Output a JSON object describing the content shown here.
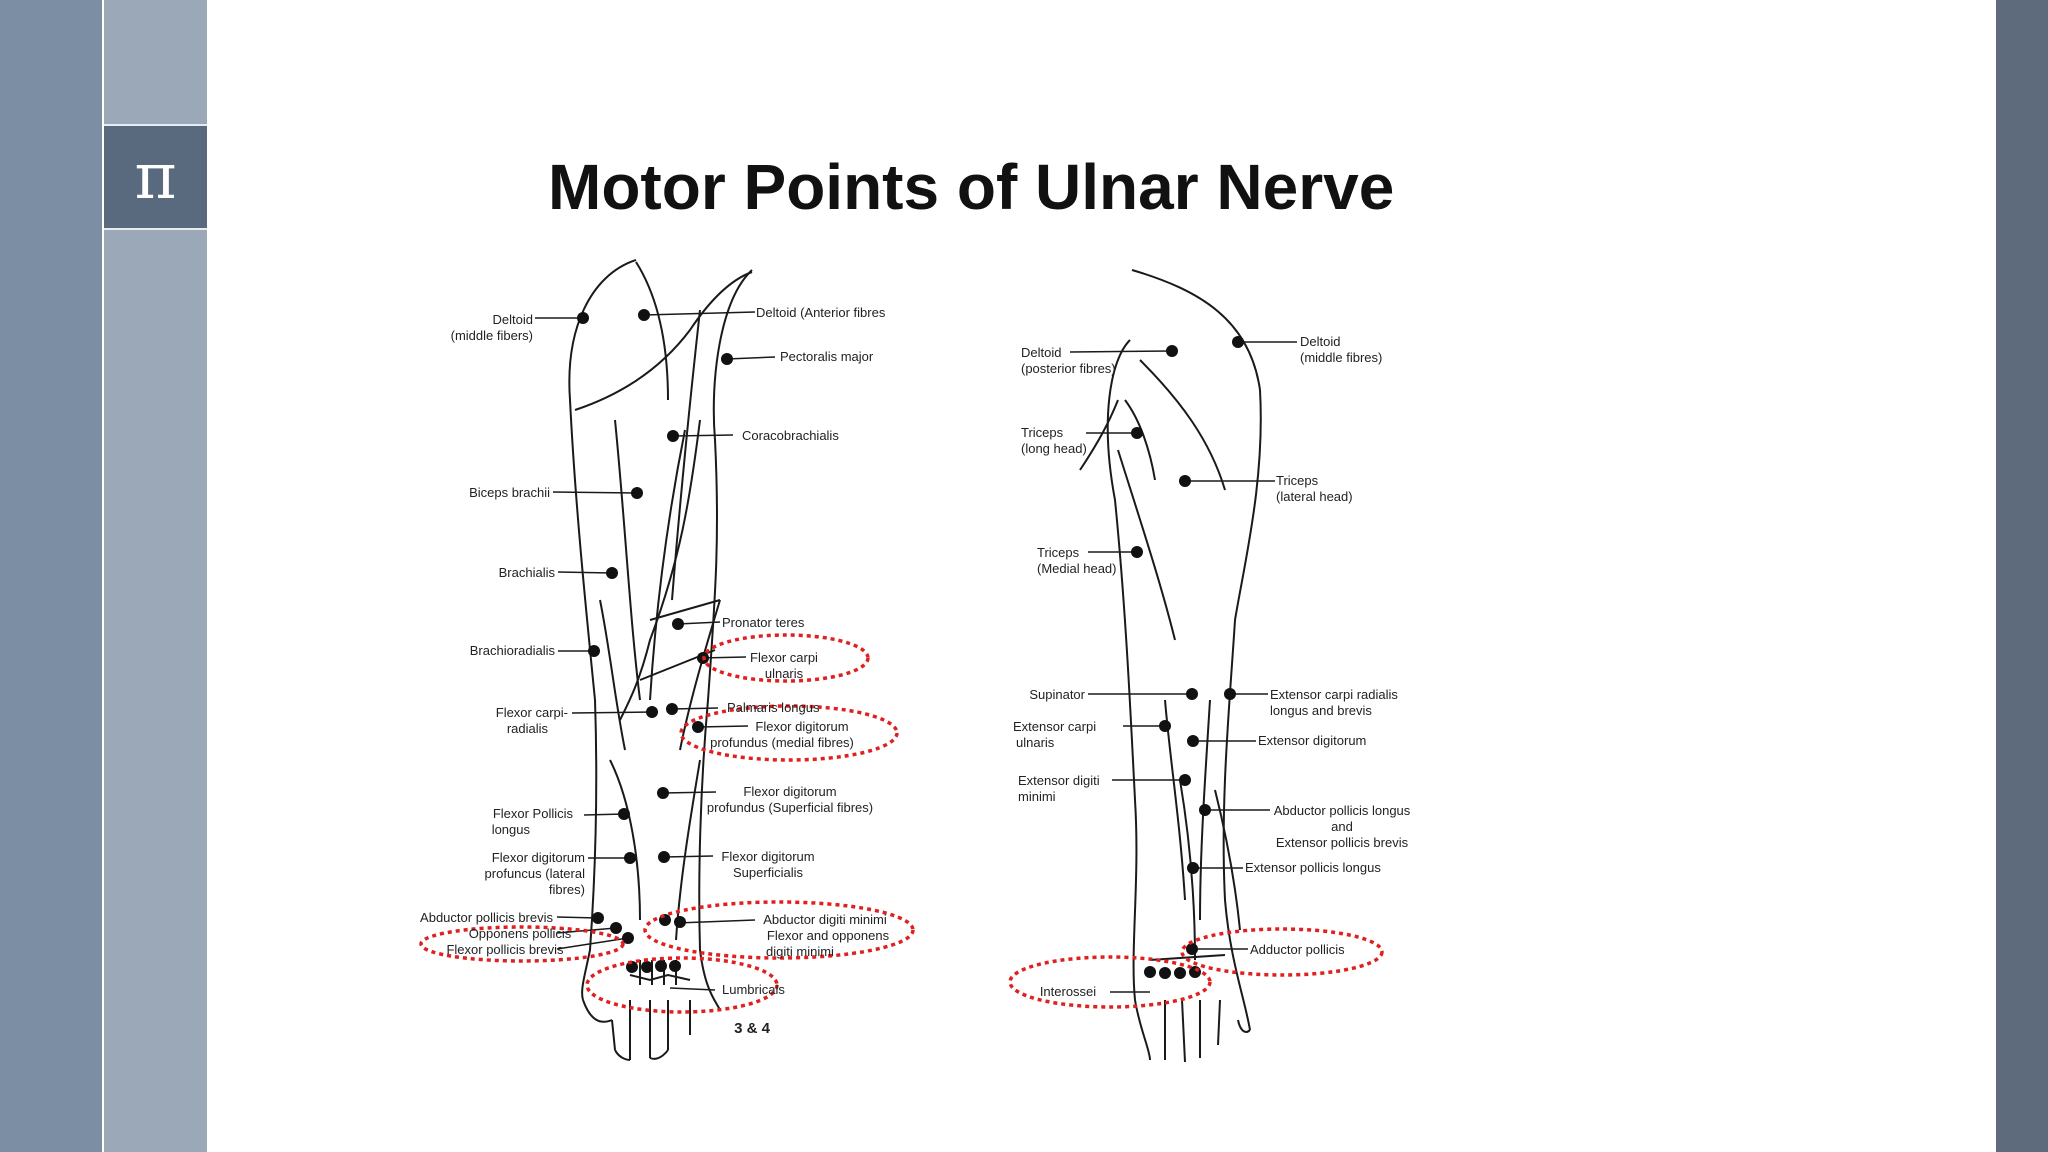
{
  "slide": {
    "logo_symbol": "π",
    "title": "Motor Points of Ulnar Nerve"
  },
  "anterior": {
    "labels": {
      "deltoid_middle": [
        "Deltoid",
        "(middle fibers)"
      ],
      "deltoid_anterior": [
        "Deltoid (Anterior fibres"
      ],
      "pectoralis": [
        "Pectoralis major"
      ],
      "coracobrachialis": [
        "Coracobrachialis"
      ],
      "biceps": [
        "Biceps brachii"
      ],
      "brachialis": [
        "Brachialis"
      ],
      "pronator": [
        "Pronator teres"
      ],
      "brachioradialis": [
        "Brachioradialis"
      ],
      "fcu": [
        "Flexor carpi",
        "ulnaris"
      ],
      "palmaris": [
        "Palmaris longus"
      ],
      "fcr": [
        "Flexor carpi-",
        "radialis"
      ],
      "fdp_medial": [
        "Flexor digitorum",
        "profundus (medial fibres)"
      ],
      "fdp_superficial": [
        "Flexor digitorum",
        "profundus (Superficial fibres)"
      ],
      "fpl": [
        "Flexor Pollicis",
        "longus"
      ],
      "fds": [
        "Flexor digitorum",
        "Superficialis"
      ],
      "fdp_lateral": [
        "Flexor digitorum",
        "profuncus (lateral",
        "fibres)"
      ],
      "apb": [
        "Abductor pollicis brevis"
      ],
      "adm": [
        "Abductor digiti minimi",
        "Flexor and opponens",
        "digiti minimi"
      ],
      "opponens": [
        "Opponens pollicis"
      ],
      "fpb": [
        "Flexor pollicis brevis"
      ],
      "lumbricals": [
        "Lumbricals"
      ],
      "lumbricals_note": [
        "3 & 4"
      ]
    }
  },
  "posterior": {
    "labels": {
      "deltoid_posterior": [
        "Deltoid",
        "(posterior fibres)"
      ],
      "deltoid_middle": [
        "Deltoid",
        "(middle fibres)"
      ],
      "triceps_long": [
        "Triceps",
        "(long head)"
      ],
      "triceps_lateral": [
        "Triceps",
        "(lateral head)"
      ],
      "triceps_medial": [
        "Triceps",
        "(Medial head)"
      ],
      "supinator": [
        "Supinator"
      ],
      "ecrl": [
        "Extensor carpi radialis",
        "longus and brevis"
      ],
      "ecu": [
        "Extensor carpi",
        "ulnaris"
      ],
      "ed": [
        "Extensor digitorum"
      ],
      "edm": [
        "Extensor digiti",
        "minimi"
      ],
      "apl": [
        "Abductor pollicis longus",
        "and",
        "Extensor pollicis brevis"
      ],
      "epl": [
        "Extensor pollicis longus"
      ],
      "add_pollicis": [
        "Adductor pollicis"
      ],
      "interossei": [
        "Interossei"
      ]
    }
  },
  "colors": {
    "highlight": "#e02020",
    "line": "#1a1a1a",
    "band_left": "#7c8ea3",
    "band_right": "#5d6b7d"
  }
}
